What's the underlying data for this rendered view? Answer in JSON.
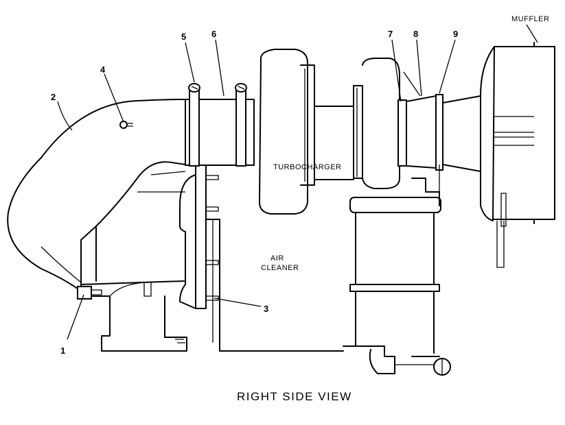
{
  "diagram": {
    "caption": "RIGHT SIDE VIEW",
    "labels": {
      "muffler": "MUFFLER",
      "turbocharger": "TURBOCHARGER",
      "air_cleaner_line1": "AIR",
      "air_cleaner_line2": "CLEANER"
    },
    "callouts": [
      "1",
      "2",
      "3",
      "4",
      "5",
      "6",
      "7",
      "8",
      "9"
    ]
  }
}
